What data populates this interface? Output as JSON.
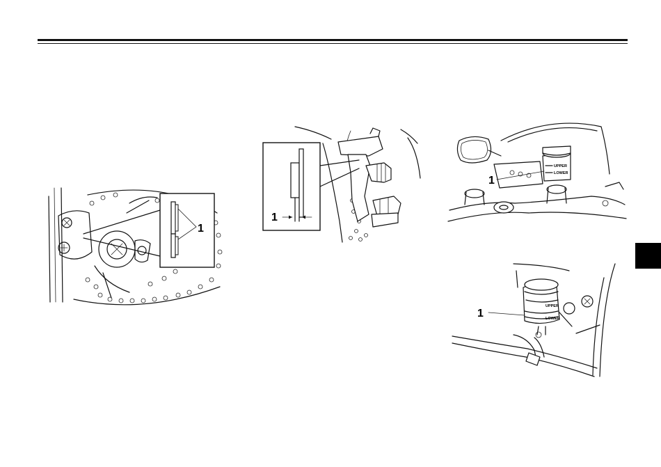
{
  "figures": {
    "brake_pads_front": {
      "callout": "1"
    },
    "brake_pad_wear_indicator": {
      "callout": "1"
    },
    "front_brake_reservoir": {
      "callout": "1",
      "level_upper": "UPPER",
      "level_lower": "LOWER"
    },
    "rear_brake_reservoir": {
      "callout": "1",
      "level_upper": "UPPER",
      "level_lower": "LOWER"
    }
  },
  "section_tab": {
    "color": "#000000"
  }
}
